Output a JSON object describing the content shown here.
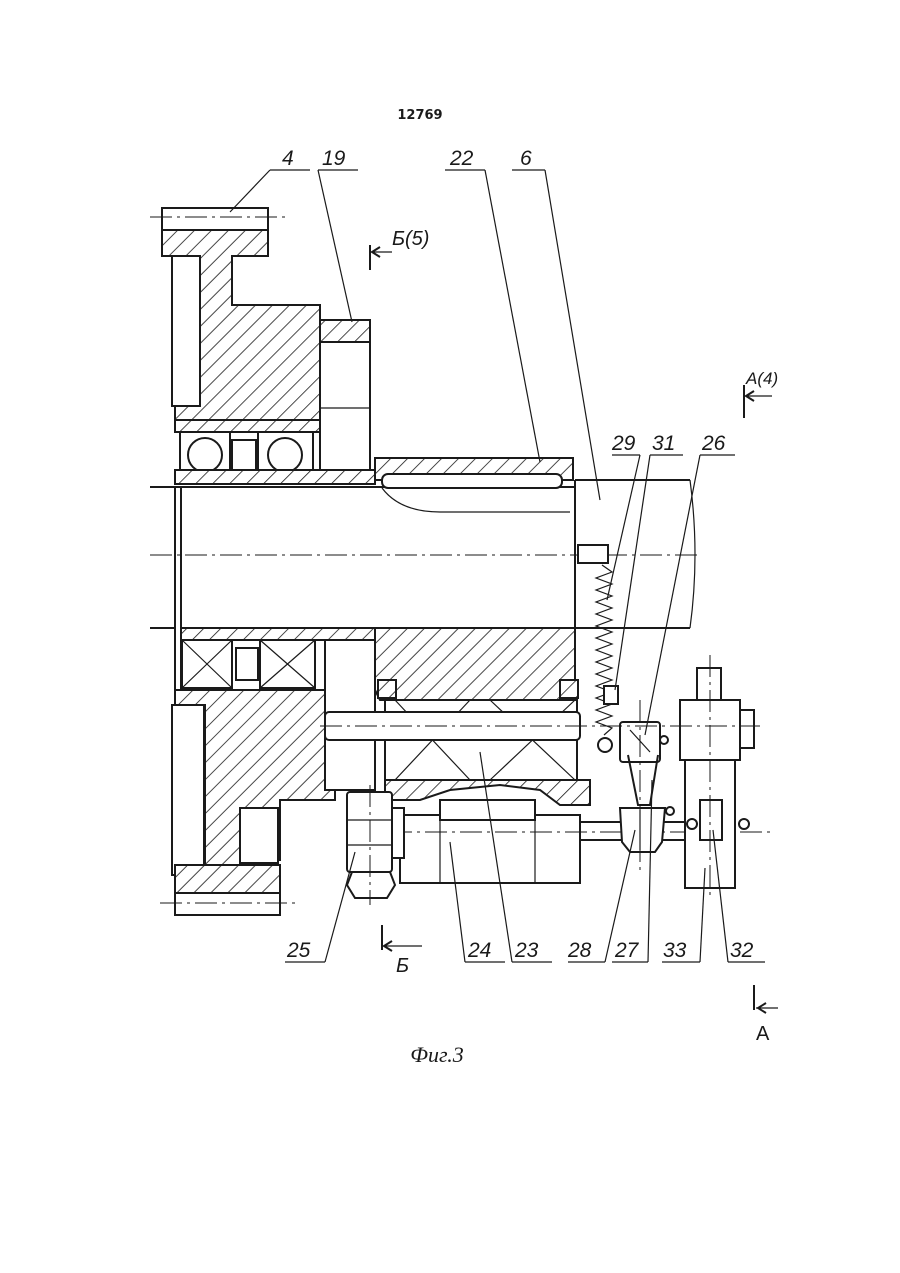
{
  "page_number": "12769",
  "figure_caption": "Фиг.3",
  "section_marks": {
    "top": "Б(5)",
    "right_top": "А(4)",
    "bottom": "Б",
    "right_bottom": "А"
  },
  "leaders": {
    "top": [
      "4",
      "19",
      "22",
      "6"
    ],
    "mid": [
      "29",
      "31",
      "26"
    ],
    "bottom": [
      "25",
      "24",
      "23",
      "28",
      "27",
      "33",
      "32"
    ]
  }
}
